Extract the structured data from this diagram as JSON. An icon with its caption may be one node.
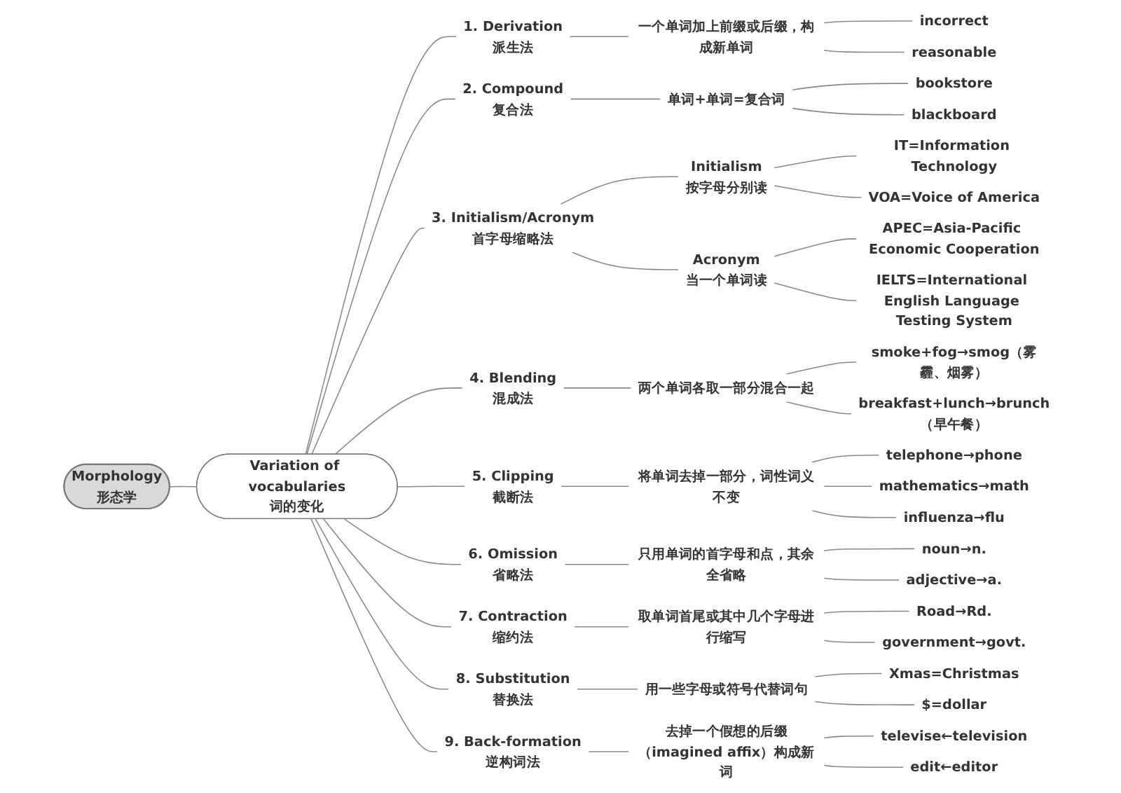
{
  "diagram": {
    "nodes": [
      {
        "text": [
          "Morphology",
          "形态学"
        ]
      },
      {
        "text": [
          "Variation of vocabularies",
          "词的变化"
        ]
      },
      {
        "text": [
          "1. Derivation",
          "派生法"
        ]
      },
      {
        "text": [
          "一个单词加上前缀或后缀，构成新单词"
        ]
      },
      {
        "text": [
          "incorrect"
        ]
      },
      {
        "text": [
          "reasonable"
        ]
      },
      {
        "text": [
          "2. Compound",
          "复合法"
        ]
      },
      {
        "text": [
          "单词+单词=复合词"
        ]
      },
      {
        "text": [
          "bookstore"
        ]
      },
      {
        "text": [
          "blackboard"
        ]
      },
      {
        "text": [
          "3. Initialism/Acronym",
          "首字母缩略法"
        ]
      },
      {
        "text": [
          "Initialism",
          "按字母分别读"
        ]
      },
      {
        "text": [
          "IT=Information Technology"
        ]
      },
      {
        "text": [
          "VOA=Voice of America"
        ]
      },
      {
        "text": [
          "Acronym",
          "当一个单词读"
        ]
      },
      {
        "text": [
          "APEC=Asia-Pacific Economic Cooperation"
        ]
      },
      {
        "text": [
          "IELTS=International English Language Testing System"
        ]
      },
      {
        "text": [
          "4. Blending",
          "混成法"
        ]
      },
      {
        "text": [
          "两个单词各取一部分混合一起"
        ]
      },
      {
        "text": [
          "smoke+fog→smog（雾霾、烟雾）"
        ]
      },
      {
        "text": [
          "breakfast+lunch→brunch（早午餐）"
        ]
      },
      {
        "text": [
          "5. Clipping",
          "截断法"
        ]
      },
      {
        "text": [
          "将单词去掉一部分，词性词义不变"
        ]
      },
      {
        "text": [
          "telephone→phone"
        ]
      },
      {
        "text": [
          "mathematics→math"
        ]
      },
      {
        "text": [
          "influenza→flu"
        ]
      },
      {
        "text": [
          "6. Omission",
          "省略法"
        ]
      },
      {
        "text": [
          "只用单词的首字母和点，其余全省略"
        ]
      },
      {
        "text": [
          "noun→n."
        ]
      },
      {
        "text": [
          "adjective→a."
        ]
      },
      {
        "text": [
          "7. Contraction",
          "缩约法"
        ]
      },
      {
        "text": [
          "取单词首尾或其中几个字母进行缩写"
        ]
      },
      {
        "text": [
          "Road→Rd."
        ]
      },
      {
        "text": [
          "government→govt."
        ]
      },
      {
        "text": [
          "8. Substitution",
          "替换法"
        ]
      },
      {
        "text": [
          "用一些字母或符号代替词句"
        ]
      },
      {
        "text": [
          "Xmas=Christmas"
        ]
      },
      {
        "text": [
          "$=dollar"
        ]
      },
      {
        "text": [
          "9. Back-formation",
          "逆构词法"
        ]
      },
      {
        "text": [
          "去掉一个假想的后缀（imagined affix）构成新词"
        ]
      },
      {
        "text": [
          "televise←television"
        ]
      },
      {
        "text": [
          "edit←editor"
        ]
      }
    ],
    "edges": [
      {
        "from": 0,
        "to": 1,
        "arrow": "none"
      },
      {
        "from": 1,
        "to": 2,
        "arrow": "none"
      },
      {
        "from": 2,
        "to": 3,
        "arrow": "none"
      },
      {
        "from": 3,
        "to": 4,
        "arrow": "none"
      },
      {
        "from": 3,
        "to": 5,
        "arrow": "none"
      },
      {
        "from": 1,
        "to": 6,
        "arrow": "none"
      },
      {
        "from": 6,
        "to": 7,
        "arrow": "none"
      },
      {
        "from": 7,
        "to": 8,
        "arrow": "none"
      },
      {
        "from": 7,
        "to": 9,
        "arrow": "none"
      },
      {
        "from": 1,
        "to": 10,
        "arrow": "none"
      },
      {
        "from": 10,
        "to": 11,
        "arrow": "none"
      },
      {
        "from": 11,
        "to": 12,
        "arrow": "none"
      },
      {
        "from": 11,
        "to": 13,
        "arrow": "none"
      },
      {
        "from": 10,
        "to": 14,
        "arrow": "none"
      },
      {
        "from": 14,
        "to": 15,
        "arrow": "none"
      },
      {
        "from": 14,
        "to": 16,
        "arrow": "none"
      },
      {
        "from": 1,
        "to": 17,
        "arrow": "none"
      },
      {
        "from": 17,
        "to": 18,
        "arrow": "none"
      },
      {
        "from": 18,
        "to": 19,
        "arrow": "none"
      },
      {
        "from": 18,
        "to": 20,
        "arrow": "none"
      },
      {
        "from": 1,
        "to": 21,
        "arrow": "none"
      },
      {
        "from": 21,
        "to": 22,
        "arrow": "none"
      },
      {
        "from": 22,
        "to": 23,
        "arrow": "none"
      },
      {
        "from": 22,
        "to": 24,
        "arrow": "none"
      },
      {
        "from": 22,
        "to": 25,
        "arrow": "none"
      },
      {
        "from": 1,
        "to": 26,
        "arrow": "none"
      },
      {
        "from": 26,
        "to": 27,
        "arrow": "none"
      },
      {
        "from": 27,
        "to": 28,
        "arrow": "none"
      },
      {
        "from": 27,
        "to": 29,
        "arrow": "none"
      },
      {
        "from": 1,
        "to": 30,
        "arrow": "none"
      },
      {
        "from": 30,
        "to": 31,
        "arrow": "none"
      },
      {
        "from": 31,
        "to": 32,
        "arrow": "none"
      },
      {
        "from": 31,
        "to": 33,
        "arrow": "none"
      },
      {
        "from": 1,
        "to": 34,
        "arrow": "none"
      },
      {
        "from": 34,
        "to": 35,
        "arrow": "none"
      },
      {
        "from": 35,
        "to": 36,
        "arrow": "none"
      },
      {
        "from": 35,
        "to": 37,
        "arrow": "none"
      },
      {
        "from": 1,
        "to": 38,
        "arrow": "none"
      },
      {
        "from": 38,
        "to": 39,
        "arrow": "none"
      },
      {
        "from": 39,
        "to": 40,
        "arrow": "none"
      },
      {
        "from": 39,
        "to": 41,
        "arrow": "none"
      }
    ]
  }
}
